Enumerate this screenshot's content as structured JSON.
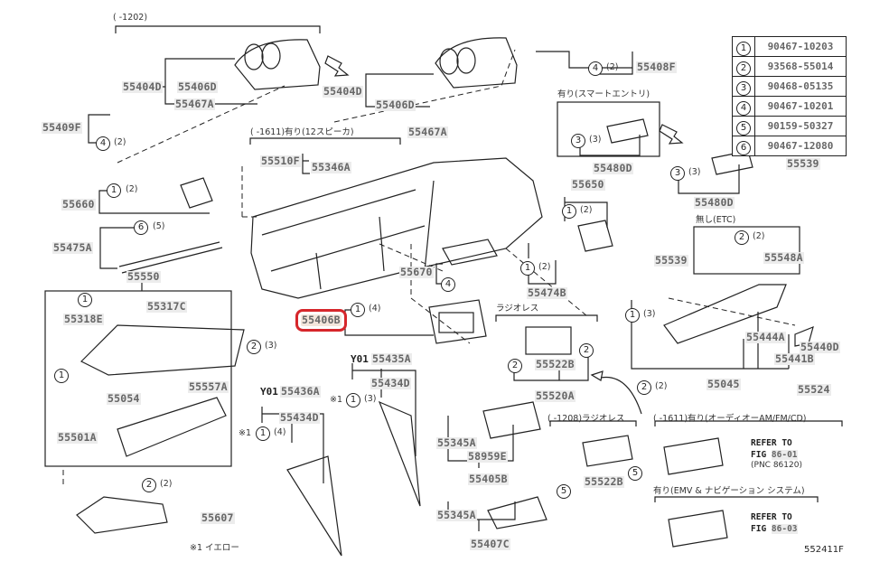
{
  "figure_id": "552411F",
  "footnote": "※1 イエロー",
  "selected_part": "55406B",
  "legend": [
    {
      "num": "1",
      "code": "90467-10203"
    },
    {
      "num": "2",
      "code": "93568-55014"
    },
    {
      "num": "3",
      "code": "90468-05135"
    },
    {
      "num": "4",
      "code": "90467-10201"
    },
    {
      "num": "5",
      "code": "90159-50327"
    },
    {
      "num": "6",
      "code": "90467-12080"
    }
  ],
  "conditions": {
    "c1202": "(      -1202)",
    "c1611_speaker": "(     -1611)有り(12スピーカ)",
    "smart_entry": "有り(スマートエントリ)",
    "no_etc": "無し(ETC)",
    "radio_less": "ラジオレス",
    "c1208_radio_less": "(      -1208)ラジオレス",
    "c1611_audio": "(     -1611)有り(オーディオーAM/FM/CD)",
    "emv_nav": "有り(EMV & ナビゲーション システム)"
  },
  "refs": {
    "refer_to": "REFER TO",
    "fig_label": "FIG",
    "fig1": "86-01",
    "pnc1": "(PNC 86120)",
    "fig2": "86-03"
  },
  "prefix": "Y01",
  "star_mark": "※1",
  "parts": {
    "p55404D_a": "55404D",
    "p55406D_a": "55406D",
    "p55467A_a": "55467A",
    "p55409F": "55409F",
    "p55404D_b": "55404D",
    "p55406D_b": "55406D",
    "p55467A_b": "55467A",
    "p55408F": "55408F",
    "p55510F": "55510F",
    "p55346A": "55346A",
    "p55480D_a": "55480D",
    "p55480D_b": "55480D",
    "p55539_a": "55539",
    "p55650": "55650",
    "p55660": "55660",
    "p55475A": "55475A",
    "p55550": "55550",
    "p55317C": "55317C",
    "p55318E": "55318E",
    "p55557A": "55557A",
    "p55054": "55054",
    "p55501A": "55501A",
    "p55607": "55607",
    "p55670": "55670",
    "p55474B": "55474B",
    "p55406B": "55406B",
    "p55522B_a": "55522B",
    "p55520A": "55520A",
    "p55435A": "55435A",
    "p55434D_a": "55434D",
    "p55436A": "55436A",
    "p55434D_b": "55434D",
    "p55345A_a": "55345A",
    "p58959E": "58959E",
    "p55405B": "55405B",
    "p55345A_b": "55345A",
    "p55407C": "55407C",
    "p55522B_b": "55522B",
    "p55548A": "55548A",
    "p55539_b": "55539",
    "p55444A": "55444A",
    "p55440D": "55440D",
    "p55441B": "55441B",
    "p55045": "55045",
    "p55524": "55524"
  },
  "callouts": [
    {
      "num": "4",
      "qty": "(2)"
    },
    {
      "num": "4",
      "qty": "(2)"
    },
    {
      "num": "3",
      "qty": "(3)"
    },
    {
      "num": "3",
      "qty": "(3)"
    },
    {
      "num": "1",
      "qty": "(2)"
    },
    {
      "num": "6",
      "qty": "(5)"
    },
    {
      "num": "1",
      "qty": "(2)"
    },
    {
      "num": "2",
      "qty": "(2)"
    },
    {
      "num": "1",
      "qty": "(3)"
    },
    {
      "num": "4",
      "qty": ""
    },
    {
      "num": "1",
      "qty": "(2)"
    },
    {
      "num": "1",
      "qty": "(4)"
    },
    {
      "num": "2",
      "qty": "(3)"
    },
    {
      "num": "1",
      "qty": "(3)"
    },
    {
      "num": "1",
      "qty": "(4)"
    },
    {
      "num": "2",
      "qty": "(2)"
    },
    {
      "num": "2",
      "qty": "(2)"
    },
    {
      "num": "1",
      "qty": ""
    },
    {
      "num": "1",
      "qty": ""
    },
    {
      "num": "2",
      "qty": ""
    },
    {
      "num": "2",
      "qty": ""
    },
    {
      "num": "5",
      "qty": ""
    },
    {
      "num": "5",
      "qty": ""
    }
  ]
}
